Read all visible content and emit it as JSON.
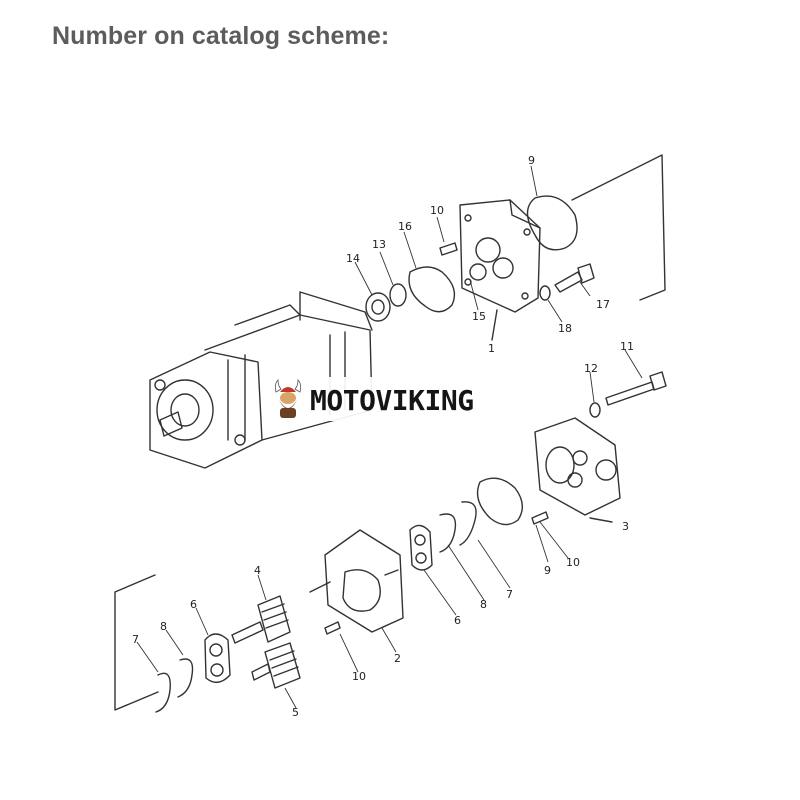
{
  "heading": "Number on catalog scheme:",
  "callouts": [
    "1",
    "2",
    "3",
    "4",
    "5",
    "6",
    "7",
    "8",
    "9",
    "10",
    "11",
    "12",
    "13",
    "14",
    "15",
    "16",
    "17",
    "18"
  ],
  "watermark": {
    "brand": "MOTOVIKING"
  },
  "colors": {
    "heading": "#5c5c5c",
    "line_art": "#333333",
    "watermark_text": "#151515",
    "viking_helmet": "#c0392b"
  },
  "icons": {
    "watermark_logo": "viking-icon"
  }
}
